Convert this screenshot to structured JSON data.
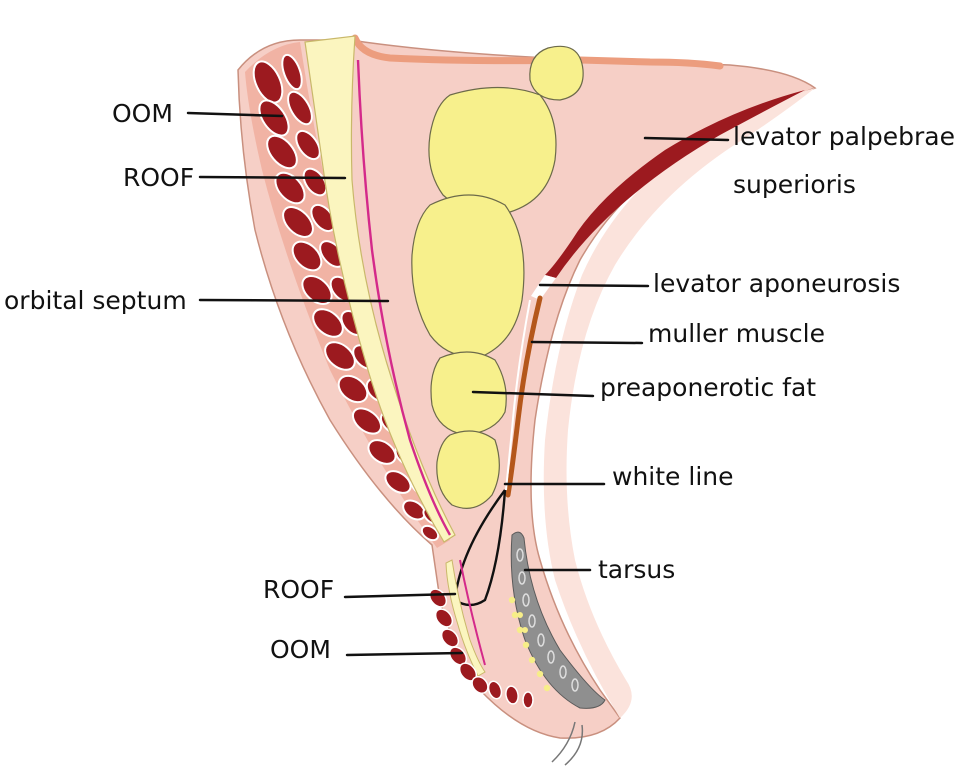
{
  "labels": {
    "oom_top": "OOM",
    "roof_top": "ROOF",
    "orbital_septum": "orbital septum",
    "levator_palpebrae_1": "levator palpebrae",
    "levator_palpebrae_2": "superioris",
    "levator_aponeurosis": "levator aponeurosis",
    "muller_muscle": "muller muscle",
    "preaponerotic_fat": "preaponerotic  fat",
    "white_line": "white line",
    "tarsus": "tarsus",
    "roof_bottom": "ROOF",
    "oom_bottom": "OOM"
  },
  "colors": {
    "skin": "#f6cfc6",
    "skin_light": "#fbe3dc",
    "muscle": "#9c1a1f",
    "roof": "#fbf5bf",
    "fat": "#f7f08c",
    "septum": "#d42a8a",
    "aponeurosis": "#b4571b",
    "tarsus": "#8f8f8f",
    "bone": "#ec9d7e"
  }
}
